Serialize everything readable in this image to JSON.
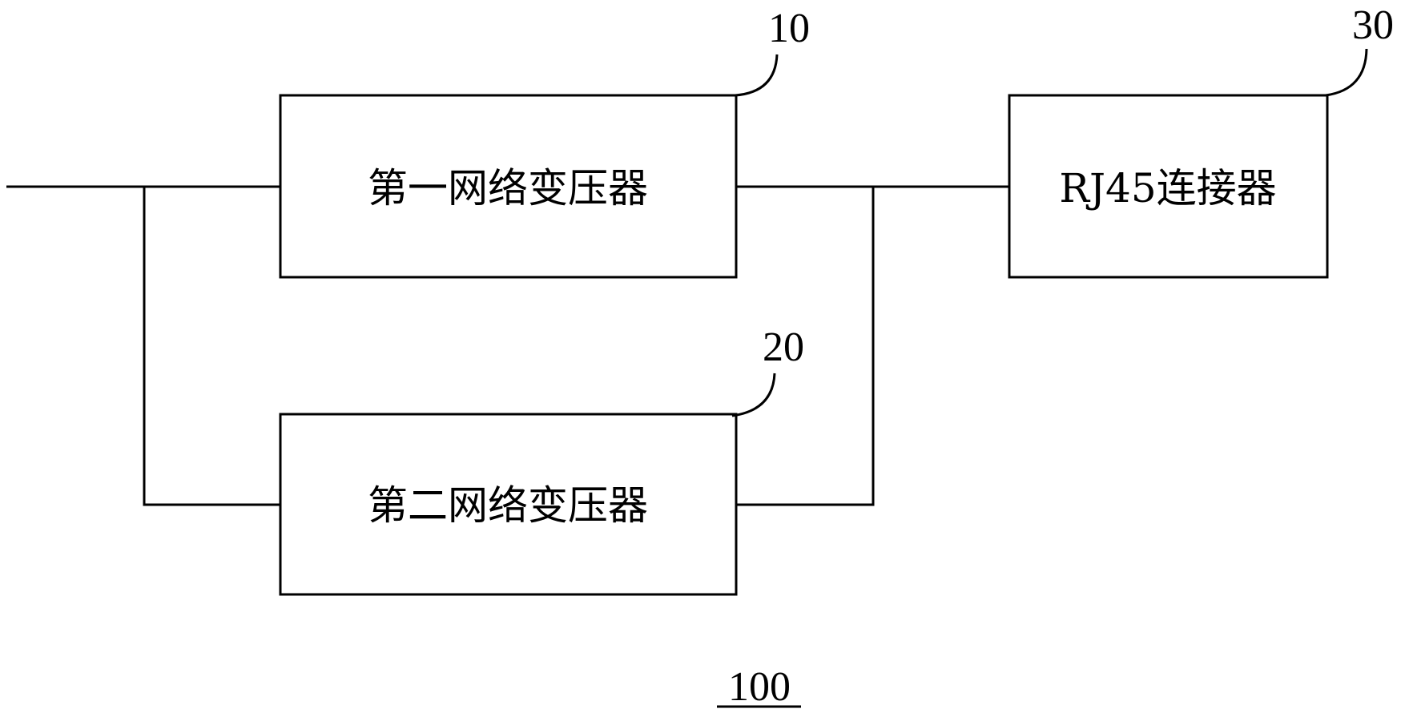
{
  "diagram": {
    "blocks": [
      {
        "id": "10",
        "label": "第一网络变压器",
        "ref": "10"
      },
      {
        "id": "20",
        "label": "第二网络变压器",
        "ref": "20"
      },
      {
        "id": "30",
        "label": "RJ45连接器",
        "ref": "30"
      }
    ],
    "figure_ref": "100",
    "connections": [
      {
        "from": "input",
        "to": "10"
      },
      {
        "from": "input",
        "to": "20"
      },
      {
        "from": "10",
        "to": "30"
      },
      {
        "from": "20",
        "to": "30"
      }
    ]
  }
}
